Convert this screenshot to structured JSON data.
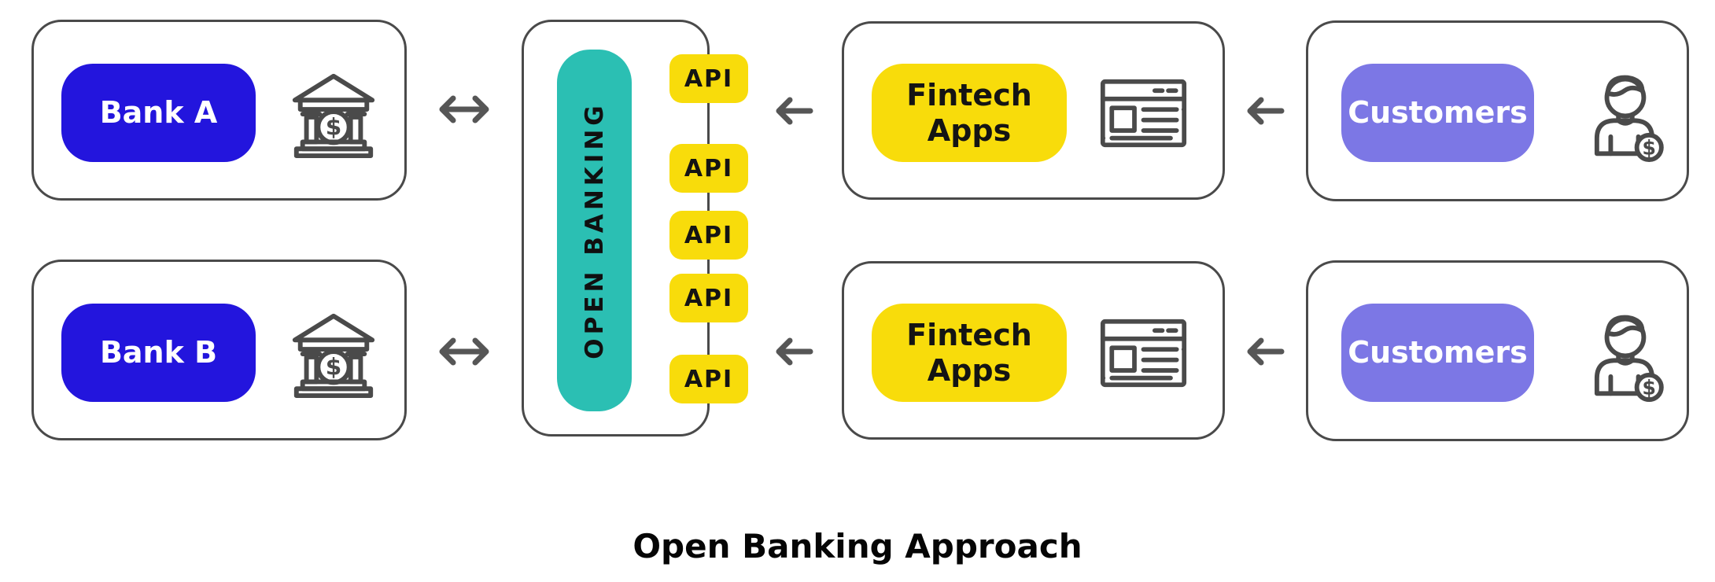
{
  "title": "Open Banking Approach",
  "colors": {
    "bank_pill": "#2315dd",
    "hub_bar": "#2bbfb3",
    "api_pill": "#f8dc0b",
    "customer_pill": "#7c77e5",
    "outline": "#4a4a4a",
    "arrow": "#565656"
  },
  "bank_section": {
    "bank_a_label": "Bank A",
    "bank_b_label": "Bank B"
  },
  "hub_section": {
    "label": "OPEN BANKING",
    "api_labels": [
      "API",
      "API",
      "API",
      "API",
      "API"
    ]
  },
  "fintech_section": {
    "top_label": "Fintech\nApps",
    "bottom_label": "Fintech\nApps"
  },
  "customer_section": {
    "top_label": "Customers",
    "bottom_label": "Customers"
  },
  "icons": {
    "bank": "bank-building-icon",
    "fintech": "browser-window-icon",
    "customer": "person-dollar-icon",
    "dollar": "$"
  }
}
